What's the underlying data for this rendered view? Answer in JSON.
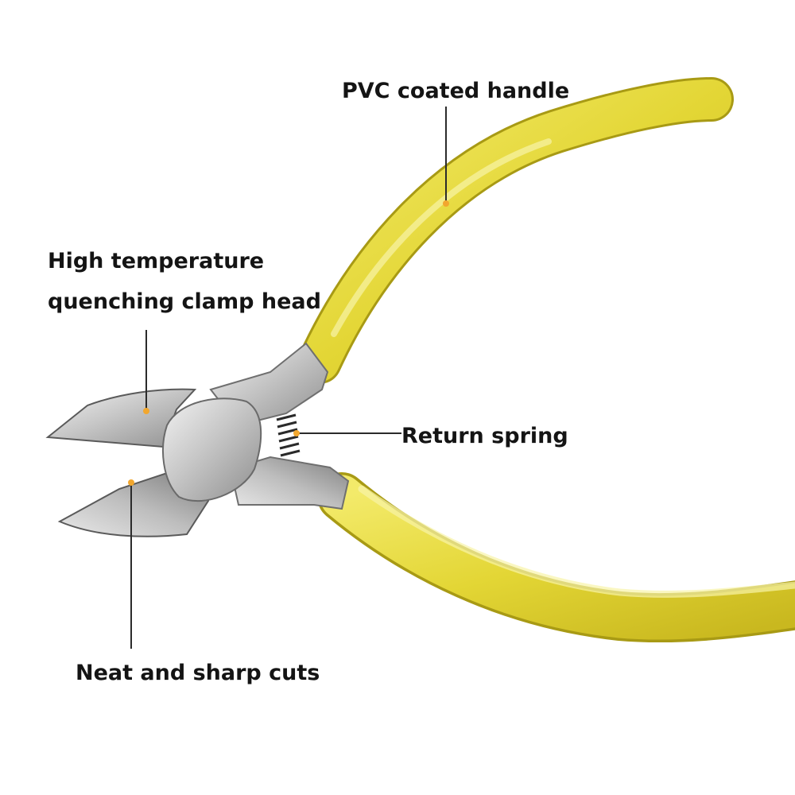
{
  "callouts": {
    "handle": "PVC coated handle",
    "head_line1": "High temperature",
    "head_line2": "quenching clamp head",
    "spring": "Return spring",
    "cuts": "Neat and sharp cuts"
  },
  "colors": {
    "handle_yellow": "#e8dc3a",
    "metal": "#c9c9c9",
    "callout_dot": "#f2a72e",
    "callout_line": "#2b2b2b",
    "text": "#141414"
  }
}
